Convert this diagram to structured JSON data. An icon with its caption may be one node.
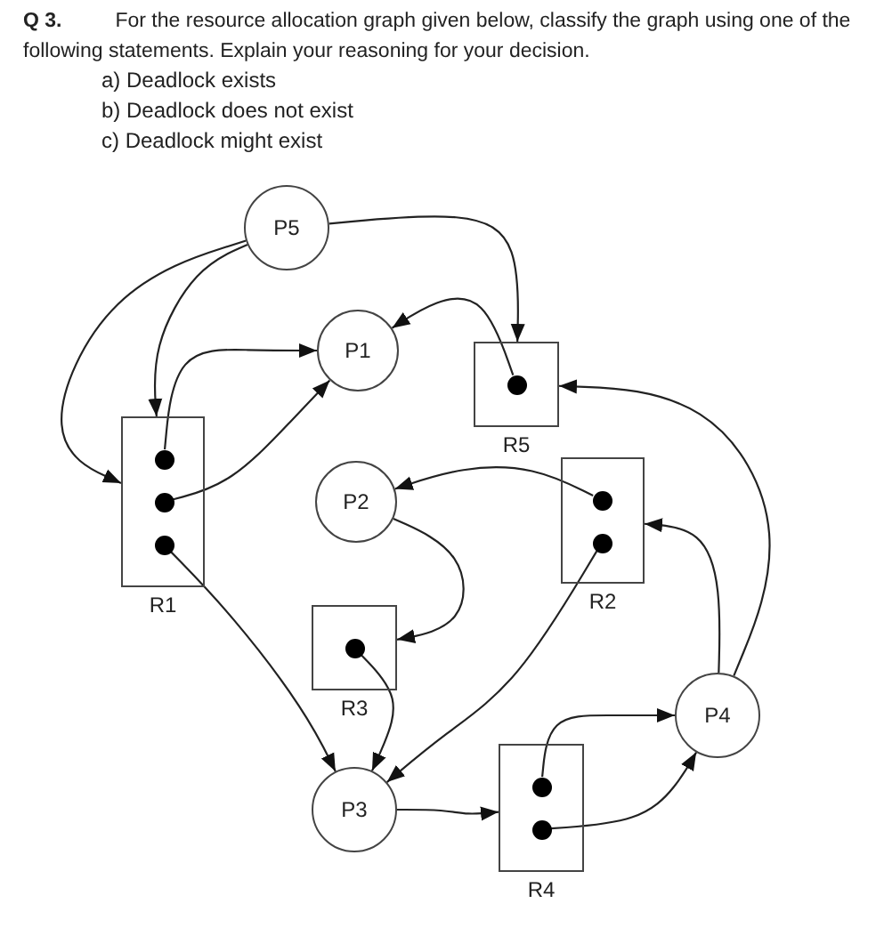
{
  "diagram": {
    "title": "Q 3.",
    "labels": [
      "For the resource allocation graph given below, classify the graph using one of the following statements. Explain your reasoning for your decision.",
      "a) Deadlock exists",
      "b) Deadlock does not exist",
      "c) Deadlock might exist"
    ],
    "nodes": [
      {
        "text": [
          "P5"
        ]
      },
      {
        "text": [
          "P1"
        ]
      },
      {
        "text": [
          "R5"
        ]
      },
      {
        "text": [],
        "shape": "circle",
        "in": 2
      },
      {
        "text": [
          "P2"
        ]
      },
      {
        "text": [
          "R1"
        ]
      },
      {
        "text": [],
        "shape": "circle",
        "in": 5
      },
      {
        "text": [],
        "shape": "circle",
        "in": 5
      },
      {
        "text": [],
        "shape": "circle",
        "in": 5
      },
      {
        "text": [
          "R2"
        ]
      },
      {
        "text": [],
        "shape": "circle",
        "in": 9
      },
      {
        "text": [],
        "shape": "circle",
        "in": 9
      },
      {
        "text": [
          "R3"
        ]
      },
      {
        "text": [],
        "shape": "circle",
        "in": 12
      },
      {
        "text": [
          "P4"
        ]
      },
      {
        "text": [
          "P3"
        ]
      },
      {
        "text": [
          "R4"
        ]
      },
      {
        "text": [],
        "shape": "circle",
        "in": 16
      },
      {
        "text": [],
        "shape": "circle",
        "in": 16
      }
    ],
    "edges": [
      {
        "from": 0,
        "to": 5,
        "arrow": "to"
      },
      {
        "from": 0,
        "to": 5,
        "arrow": "to"
      },
      {
        "from": 0,
        "to": 2,
        "arrow": "to"
      },
      {
        "from": 6,
        "to": 1,
        "arrow": "to"
      },
      {
        "from": 7,
        "to": 1,
        "arrow": "to"
      },
      {
        "from": 8,
        "to": 15,
        "arrow": "to"
      },
      {
        "from": 3,
        "to": 1,
        "arrow": "to"
      },
      {
        "from": 14,
        "to": 2,
        "arrow": "to"
      },
      {
        "from": 10,
        "to": 4,
        "arrow": "to"
      },
      {
        "from": 4,
        "to": 12,
        "arrow": "to"
      },
      {
        "from": 11,
        "to": 15,
        "arrow": "to"
      },
      {
        "from": 13,
        "to": 15,
        "arrow": "to"
      },
      {
        "from": 14,
        "to": 9,
        "arrow": "to"
      },
      {
        "from": 15,
        "to": 16,
        "arrow": "to"
      },
      {
        "from": 17,
        "to": 14,
        "arrow": "to"
      },
      {
        "from": 18,
        "to": 14,
        "arrow": "to"
      }
    ]
  }
}
